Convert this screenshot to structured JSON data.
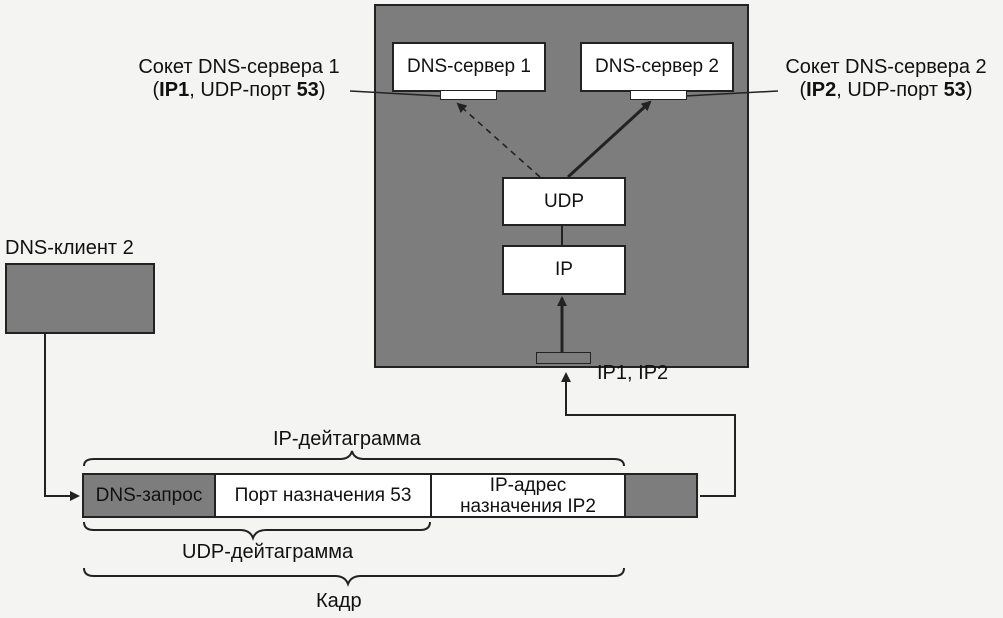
{
  "server": {
    "dns_server_1": "DNS-сервер 1",
    "dns_server_2": "DNS-сервер 2",
    "udp": "UDP",
    "ip": "IP",
    "ip_addresses": "IP1, IP2"
  },
  "socket1": {
    "title": "Сокет DNS-сервера 1",
    "open": "(",
    "addr": "IP1",
    "sep": ", UDP-порт ",
    "port": "53",
    "close": ")"
  },
  "socket2": {
    "title": "Сокет DNS-сервера 2",
    "open": "(",
    "addr": "IP2",
    "sep": ", UDP-порт ",
    "port": "53",
    "close": ")"
  },
  "client": {
    "label": "DNS-клиент 2"
  },
  "frame": {
    "dns_request": "DNS-запрос",
    "dest_port": "Порт назначения 53",
    "dest_ip_line1": "IP-адрес",
    "dest_ip_line2": "назначения IP2",
    "ip_datagram": "IP-дейтаграмма",
    "udp_datagram": "UDP-дейтаграмма",
    "frame_label": "Кадр"
  },
  "colors": {
    "server_bg": "#7d7d7d",
    "box_bg": "#ffffff",
    "line": "#222222"
  }
}
